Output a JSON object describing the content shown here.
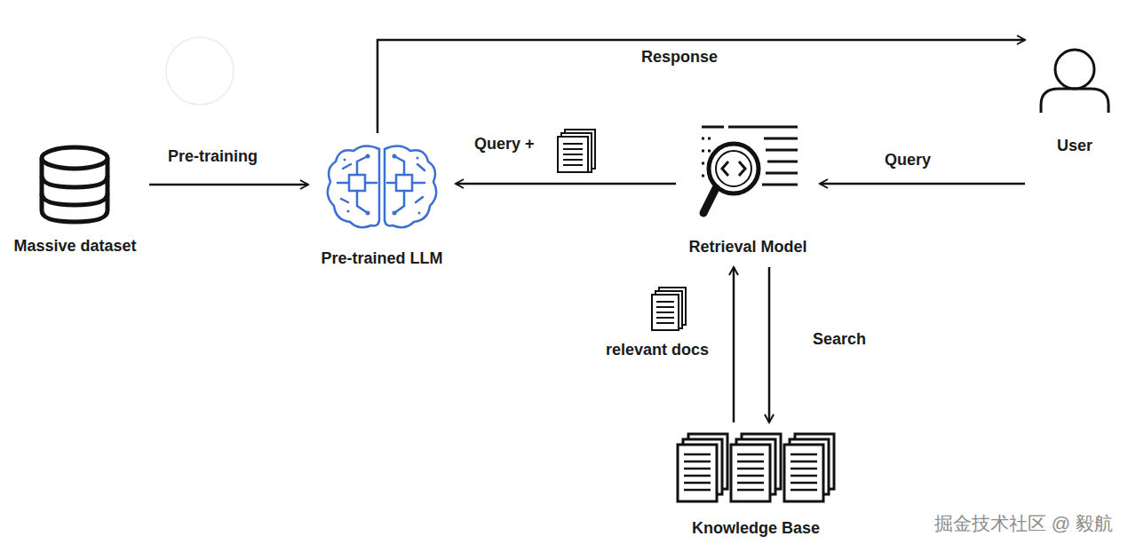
{
  "diagram": {
    "nodes": [
      {
        "text": [
          "Massive dataset"
        ]
      },
      {
        "text": [
          "Pre-trained LLM"
        ]
      },
      {
        "text": [
          "Retrieval Model"
        ]
      },
      {
        "text": [
          "User"
        ]
      },
      {
        "text": [
          "Knowledge Base"
        ]
      }
    ],
    "edges": [
      {
        "from": 0,
        "to": 1,
        "label": "Pre-training",
        "arrow": "to"
      },
      {
        "from": 3,
        "to": 2,
        "label": "Query",
        "arrow": "to"
      },
      {
        "from": 2,
        "to": 1,
        "label": "Query +",
        "arrow": "to"
      },
      {
        "from": 1,
        "to": 3,
        "label": "Response",
        "arrow": "to"
      },
      {
        "from": 2,
        "to": 4,
        "label": "Search",
        "arrow": "to"
      },
      {
        "from": 4,
        "to": 2,
        "label": "relevant docs",
        "arrow": "to"
      }
    ],
    "labels": [
      "掘金技术社区 @ 毅航"
    ]
  }
}
